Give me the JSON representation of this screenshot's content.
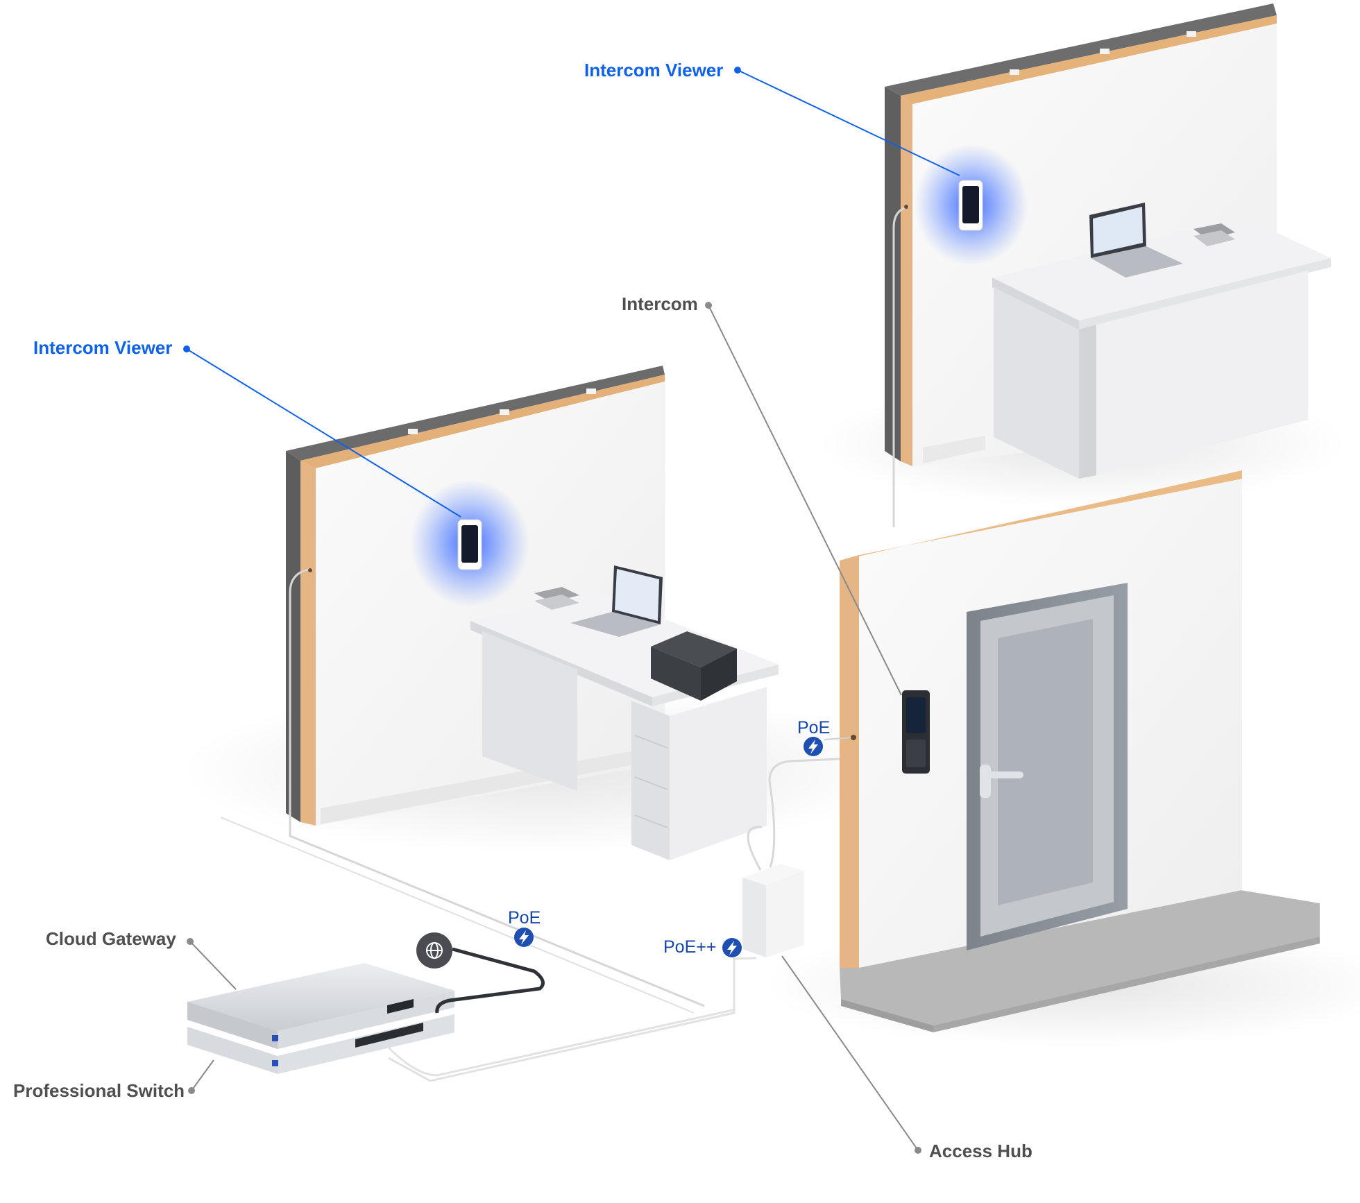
{
  "labels": {
    "viewer_top": "Intercom Viewer",
    "viewer_left": "Intercom Viewer",
    "intercom": "Intercom",
    "cloud_gateway": "Cloud Gateway",
    "professional_switch": "Professional Switch",
    "access_hub": "Access Hub"
  },
  "power": {
    "poe_door": "PoE",
    "poe_left": "PoE",
    "poe_plus": "PoE++"
  },
  "colors": {
    "accent_blue": "#0f62e8",
    "poe_badge": "#1f4fb0",
    "callout_gray": "#8a8a8a",
    "wall_insulation": "#e8b988"
  },
  "icons": {
    "internet": "globe-icon",
    "power": "lightning-bolt-icon"
  }
}
